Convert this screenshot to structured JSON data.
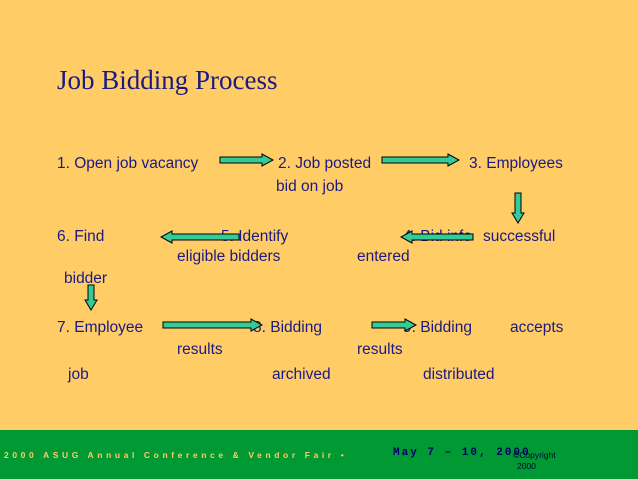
{
  "slide": {
    "title": "Job Bidding Process",
    "steps": {
      "s1": "1. Open job vacancy",
      "s2a": "2. Job posted",
      "s2b": "bid on job",
      "s3": "3. Employees",
      "s4a": "4. Bid info",
      "s4b": "successful",
      "s4c": "entered",
      "s5a": "5. Identify",
      "s5b": "eligible bidders",
      "s6a": "6. Find",
      "s6b": "bidder",
      "s7a": "7. Employee",
      "s7b": "accepts",
      "s7c": "job",
      "s8a": "8. Bidding",
      "s8b": "results",
      "s8c": "archived",
      "s9a": "9. Bidding",
      "s9b": "results",
      "s9c": "distributed"
    }
  },
  "footer": {
    "conference": "2000 ASUG Annual Conference & Vendor Fair",
    "bullet": "•",
    "dates": "May 7 – 10, 2000",
    "copyright_line1": "©Copyright",
    "copyright_line2": "2000"
  },
  "colors": {
    "background": "#FFCC66",
    "text": "#1a1a80",
    "footer_band": "#009933",
    "arrow_fill": "#33CC99",
    "arrow_stroke": "#000000"
  }
}
